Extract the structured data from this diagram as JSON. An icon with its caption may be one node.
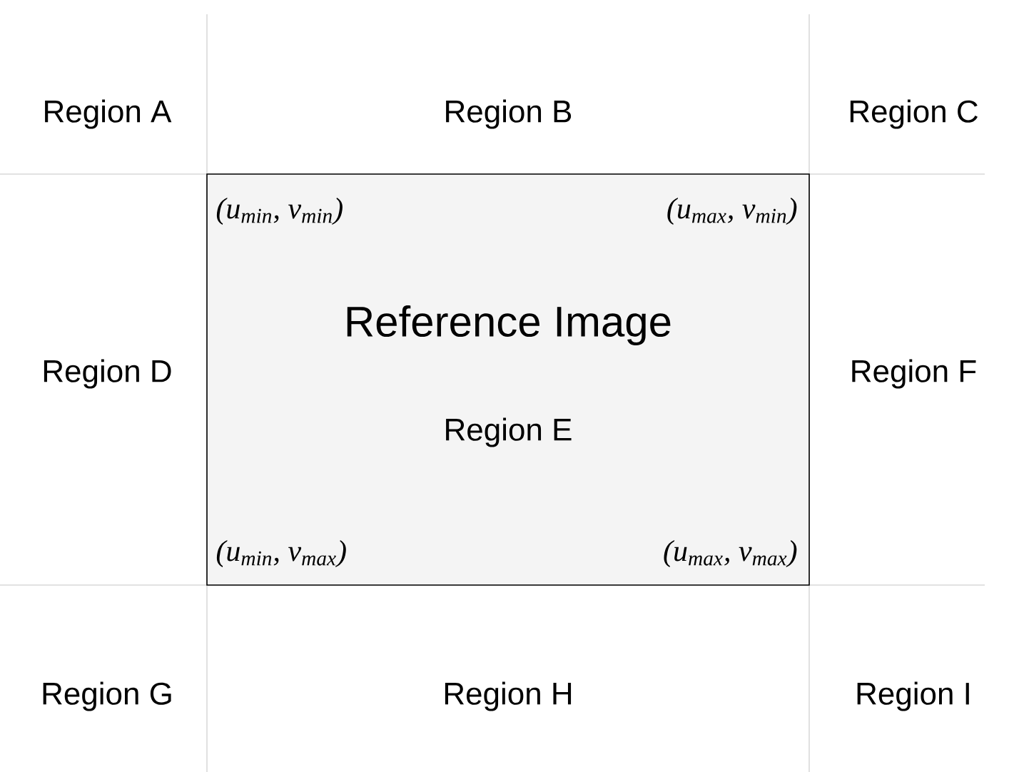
{
  "diagram": {
    "nodes": [
      {
        "text": [
          "(u$_{min}$, v$_{min}$)",
          "(u$_{max}$, v$_{min}$)",
          "Reference Image",
          "Region E",
          "(u$_{min}$, v$_{max}$)",
          "(u$_{max}$, v$_{max}$)"
        ]
      }
    ],
    "labels": [
      "Region A",
      "Region B",
      "Region C",
      "Region D",
      "Region F",
      "Region G",
      "Region H",
      "Region I"
    ]
  }
}
